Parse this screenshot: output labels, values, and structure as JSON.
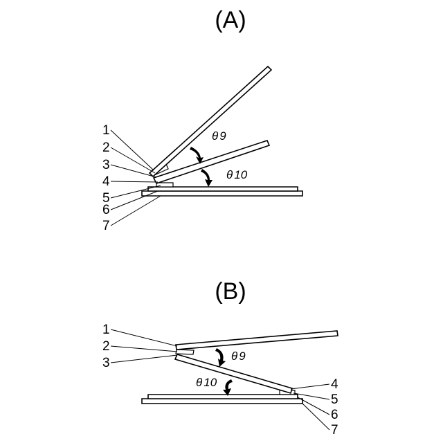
{
  "panels": [
    {
      "label": "(A)",
      "parts": [
        "1",
        "2",
        "3",
        "4",
        "5",
        "6",
        "7"
      ],
      "angles": [
        {
          "symbol": "θ",
          "index": "9"
        },
        {
          "symbol": "θ",
          "index": "10"
        }
      ]
    },
    {
      "label": "(B)",
      "parts": [
        "1",
        "2",
        "3",
        "4",
        "5",
        "6",
        "7"
      ],
      "angles": [
        {
          "symbol": "θ",
          "index": "9"
        },
        {
          "symbol": "θ",
          "index": "10"
        }
      ]
    }
  ]
}
